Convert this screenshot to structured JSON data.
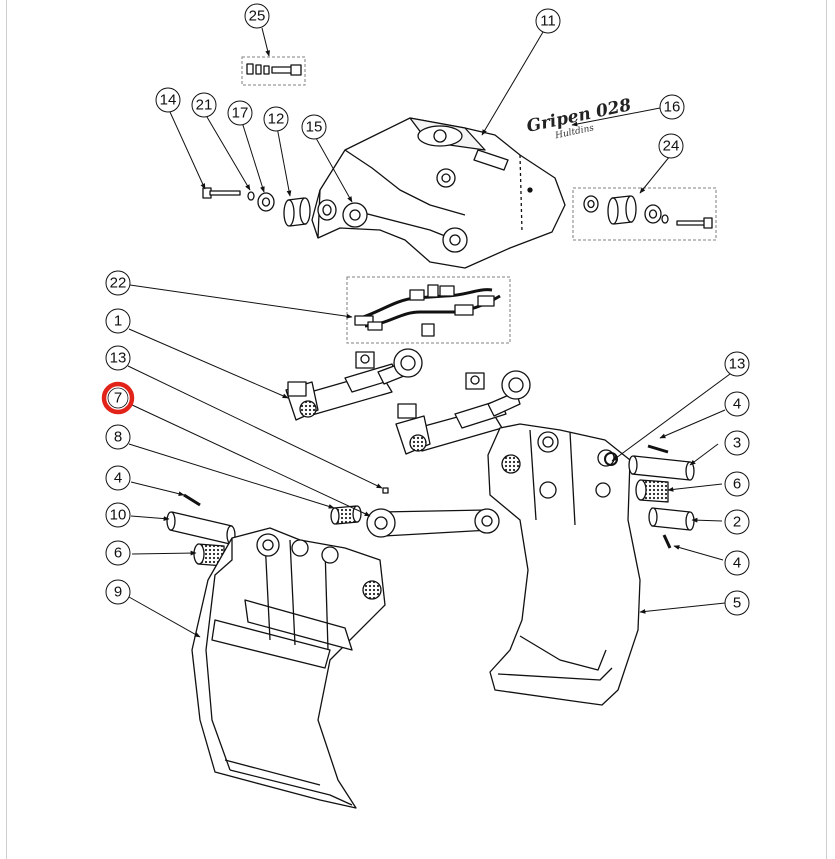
{
  "diagram": {
    "brand_label": "Gripen 028",
    "signature": "Hultdins",
    "highlight_color": "#e2231a",
    "highlighted_part": "7",
    "callouts": [
      "25",
      "11",
      "14",
      "21",
      "17",
      "12",
      "15",
      "16",
      "24",
      "22",
      "1",
      "13",
      "7",
      "8",
      "4",
      "10",
      "6",
      "9",
      "13",
      "4",
      "3",
      "6",
      "2",
      "4",
      "5"
    ]
  }
}
